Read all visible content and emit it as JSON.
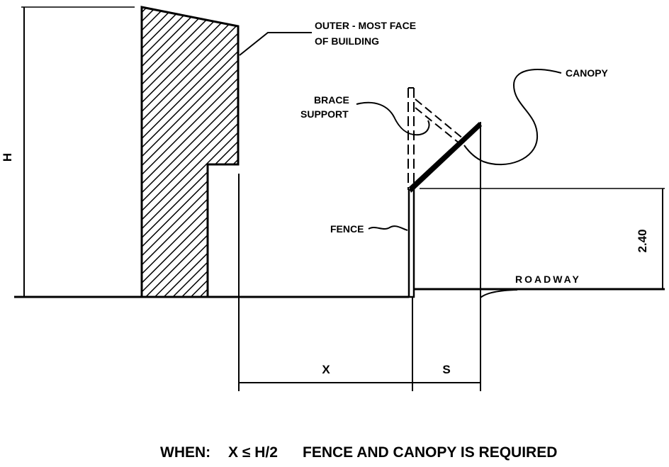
{
  "labels": {
    "outer_face_line1": "OUTER - MOST FACE",
    "outer_face_line2": "OF BUILDING",
    "canopy": "CANOPY",
    "brace_line1": "BRACE",
    "brace_line2": "SUPPORT",
    "fence": "FENCE",
    "roadway": "ROADWAY"
  },
  "dimensions": {
    "h": "H",
    "x": "X",
    "s": "S",
    "fence_height": "2.40"
  },
  "condition": {
    "when": "WHEN:",
    "inequality": "X ≤ H/2",
    "requirement": "FENCE AND CANOPY IS REQUIRED"
  },
  "colors": {
    "line": "#000000",
    "background": "#ffffff"
  }
}
